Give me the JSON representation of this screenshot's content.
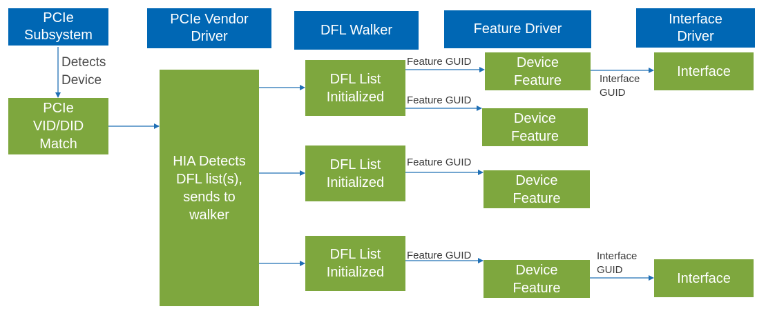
{
  "colors": {
    "header": "#0067b4",
    "box": "#7ea73e",
    "arrow": "#1f6fb5"
  },
  "headers": {
    "pcie_subsystem": "PCIe\nSubsystem",
    "vendor_driver": "PCIe Vendor\nDriver",
    "dfl_walker": "DFL Walker",
    "feature_driver": "Feature Driver",
    "interface_driver": "Interface\nDriver"
  },
  "boxes": {
    "vid_did_match": "PCIe\nVID/DID\nMatch",
    "hia_detects": "HIA Detects\nDFL list(s),\nsends to\nwalker",
    "dfl_list_1": "DFL List\nInitialized",
    "dfl_list_2": "DFL List\nInitialized",
    "dfl_list_3": "DFL List\nInitialized",
    "device_feature_1": "Device\nFeature",
    "device_feature_2": "Device\nFeature",
    "device_feature_3": "Device\nFeature",
    "device_feature_4": "Device\nFeature",
    "interface_1": "Interface",
    "interface_2": "Interface"
  },
  "labels": {
    "detects_device": "Detects\nDevice",
    "feature_guid_1": "Feature GUID",
    "feature_guid_2": "Feature GUID",
    "feature_guid_3": "Feature GUID",
    "feature_guid_4": "Feature GUID",
    "interface_guid_1": "Interface\nGUID",
    "interface_guid_2": "Interface\nGUID"
  }
}
